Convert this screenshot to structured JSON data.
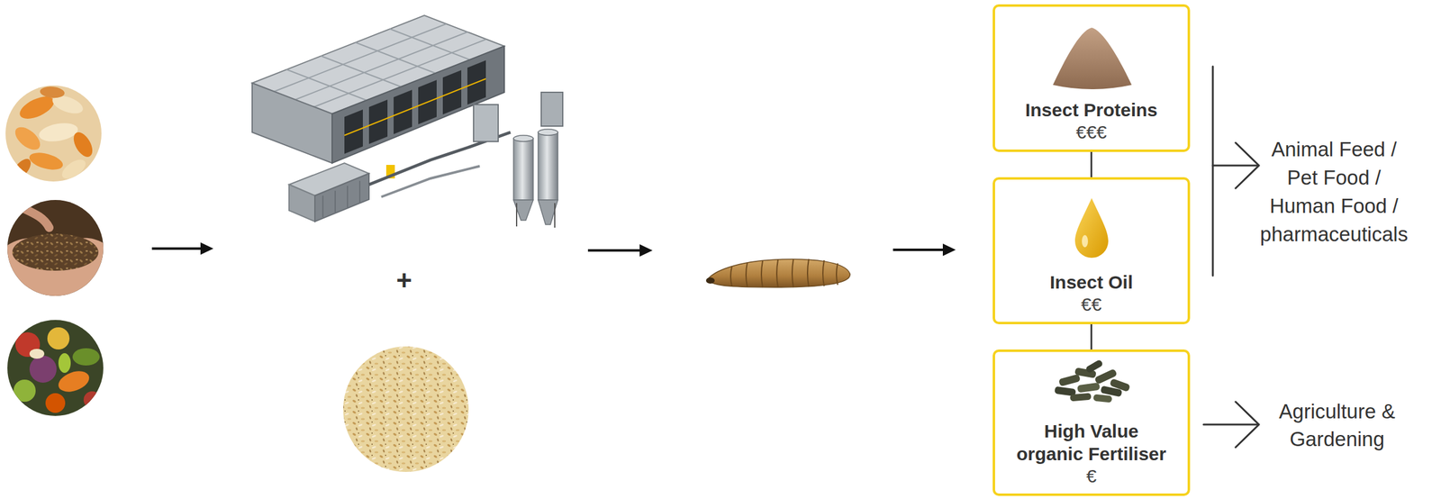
{
  "diagram": {
    "nodes": [
      {
        "text": [
          "Insect Proteins",
          "€€€"
        ]
      },
      {
        "text": [
          "Insect Oil",
          "€€"
        ]
      },
      {
        "text": [
          "High Value organic Fertiliser",
          "€"
        ]
      }
    ],
    "edges": [
      {
        "from": 0,
        "to": 1,
        "arrow": "none"
      },
      {
        "from": 1,
        "to": 2,
        "arrow": "none"
      }
    ],
    "labels": [
      "+",
      "Animal Feed / Pet Food / Human Food / pharmaceuticals",
      "Agriculture & Gardening"
    ]
  }
}
